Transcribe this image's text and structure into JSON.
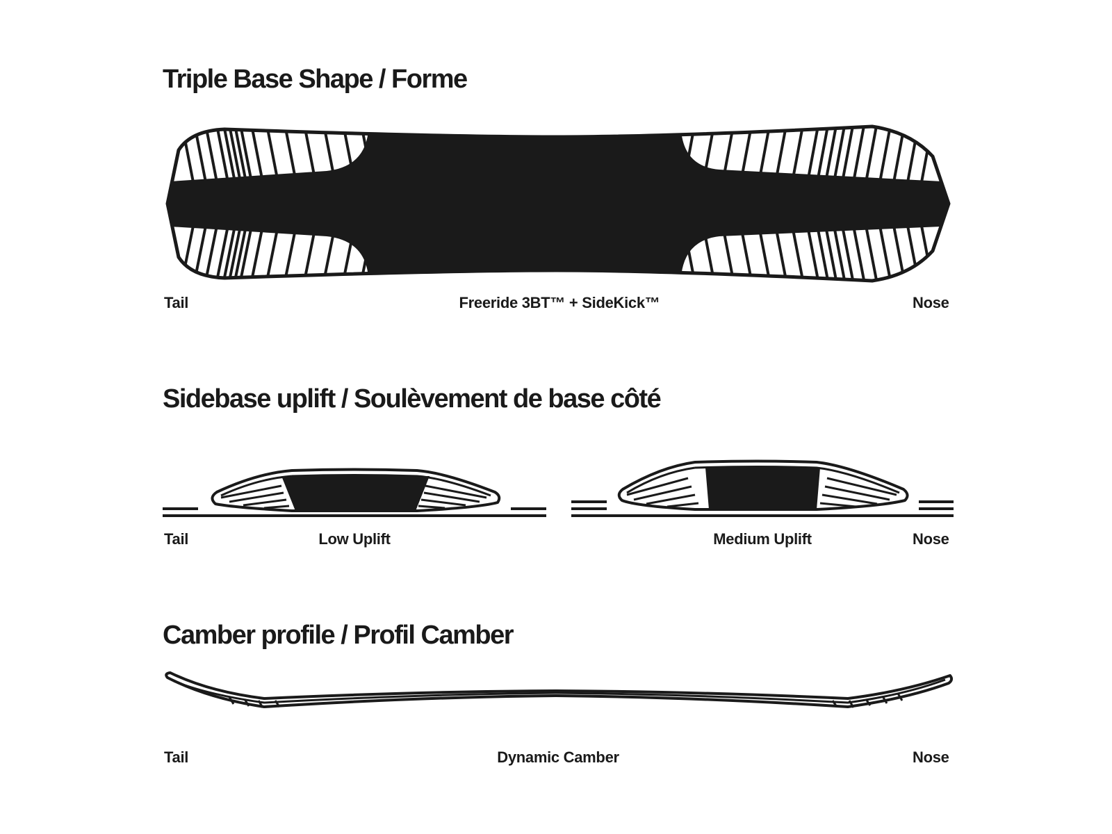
{
  "sections": {
    "shape": {
      "title": "Triple Base Shape / Forme",
      "left_label": "Tail",
      "center_label": "Freeride 3BT™ + SideKick™",
      "right_label": "Nose"
    },
    "uplift": {
      "title": "Sidebase uplift / Soulèvement de base côté",
      "left_label": "Tail",
      "low_label": "Low Uplift",
      "medium_label": "Medium Uplift",
      "right_label": "Nose"
    },
    "camber": {
      "title": "Camber profile / Profil Camber",
      "left_label": "Tail",
      "center_label": "Dynamic Camber",
      "right_label": "Nose"
    }
  },
  "colors": {
    "ink": "#1a1a1a",
    "paper": "#ffffff"
  }
}
